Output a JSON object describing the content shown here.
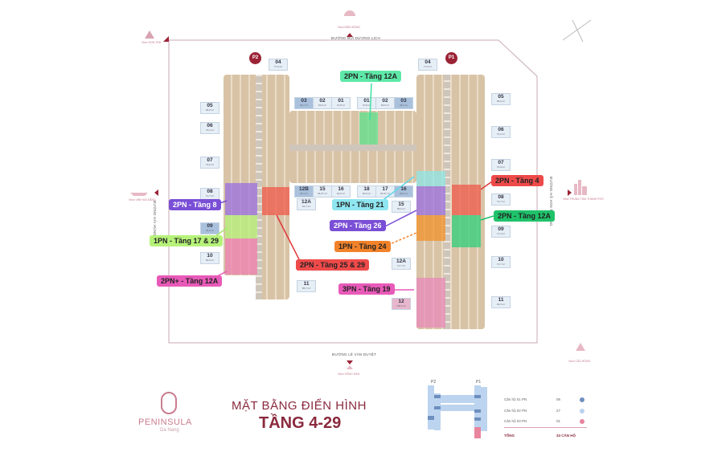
{
  "streets": {
    "top": "ĐƯỜNG BÙI DƯƠNG LỊCH",
    "bottom": "ĐƯỜNG LÊ VĂN DUYỆT",
    "left": "ĐƯỜNG HẢI HÙNG 1",
    "right": "ĐƯỜNG HỒ HÁN THƯƠNG"
  },
  "views": {
    "top": "View BIỂN ĐÔNG",
    "top_left": "View SƠN TRÀ",
    "left": "View VỊNH ĐÀ NẴNG",
    "right": "View TRUNG TÂM THÀNH PHỐ",
    "bottom": "View SÔNG HÀN",
    "bottom_right": "View CẦU RỒNG"
  },
  "towers": {
    "left": "P2",
    "right": "P1"
  },
  "units_left": [
    {
      "no": "04",
      "area": "77,6 m²"
    },
    {
      "no": "05",
      "area": "96,6 m²"
    },
    {
      "no": "06",
      "area": "73,1 m²"
    },
    {
      "no": "07",
      "area": "73,9 m²"
    },
    {
      "no": "08",
      "area": "71,7 m²"
    },
    {
      "no": "09",
      "area": "49,9 m²"
    },
    {
      "no": "10",
      "area": "84,6 m²"
    },
    {
      "no": "11",
      "area": "85,7 m²"
    },
    {
      "no": "12A",
      "area": "62,7 m²"
    },
    {
      "no": "12B",
      "area": "48,3 m²"
    },
    {
      "no": "15",
      "area": "64,37 m²"
    },
    {
      "no": "16",
      "area": "62,6 m²"
    },
    {
      "no": "03",
      "area": "48,7 m²"
    },
    {
      "no": "02",
      "area": "63,6 m²"
    },
    {
      "no": "01",
      "area": "47,8 m²"
    }
  ],
  "units_right": [
    {
      "no": "01",
      "area": "47,8 m²"
    },
    {
      "no": "02",
      "area": "63,6 m²"
    },
    {
      "no": "03",
      "area": "48,2 m²"
    },
    {
      "no": "18",
      "area": "62,6 m²"
    },
    {
      "no": "17",
      "area": "64,37 m²"
    },
    {
      "no": "16",
      "area": "48,5 m²"
    },
    {
      "no": "15",
      "area": "83,6 m²"
    },
    {
      "no": "12A",
      "area": "71,7 m²"
    },
    {
      "no": "12",
      "area": "106,6 m²"
    },
    {
      "no": "04",
      "area": "77,6 m²"
    },
    {
      "no": "05",
      "area": "96,6 m²"
    },
    {
      "no": "06",
      "area": "73,1 m²"
    },
    {
      "no": "07",
      "area": "72,9 m²"
    },
    {
      "no": "08",
      "area": "71,7 m²"
    },
    {
      "no": "09",
      "area": "71,4 m²"
    },
    {
      "no": "10",
      "area": "71,7 m²"
    },
    {
      "no": "11",
      "area": "93,3 m²"
    }
  ],
  "callouts": [
    {
      "text": "2PN - Tầng  12A",
      "color": "#5ee8a8"
    },
    {
      "text": "2PN - Tầng 8",
      "color": "#7a4fd6"
    },
    {
      "text": "1PN - Tầng 17 & 29",
      "color": "#b6f27a"
    },
    {
      "text": "2PN+ - Tầng 12A",
      "color": "#e85ab8"
    },
    {
      "text": "2PN - Tầng  25 & 29",
      "color": "#ef4a4a"
    },
    {
      "text": "1PN - Tầng 21",
      "color": "#8ee6f0"
    },
    {
      "text": "2PN - Tầng 26",
      "color": "#7a4fd6"
    },
    {
      "text": "1PN - Tầng 24",
      "color": "#f2822a"
    },
    {
      "text": "3PN - Tầng 19",
      "color": "#e85ab8"
    },
    {
      "text": "2PN - Tầng  4",
      "color": "#ef4a4a"
    },
    {
      "text": "2PN - Tầng 12A",
      "color": "#1fc26a"
    }
  ],
  "brand": {
    "name": "PENINSULA",
    "sub": "Da Nang"
  },
  "title": {
    "line1": "MẶT BẰNG ĐIỂN HÌNH",
    "line2": "TẦNG 4-29"
  },
  "legend": {
    "mini_labels": [
      "P2",
      "P1"
    ],
    "rows": [
      {
        "label": "Căn hộ 01 PN",
        "count": "06",
        "color": "#6d8fbf"
      },
      {
        "label": "Căn hộ 02 PN",
        "count": "27",
        "color": "#b9d2ef"
      },
      {
        "label": "Căn hộ 03 PN",
        "count": "01",
        "color": "#e8849e"
      }
    ],
    "total_label": "TỔNG",
    "total_value": "34 CĂN HỘ"
  }
}
